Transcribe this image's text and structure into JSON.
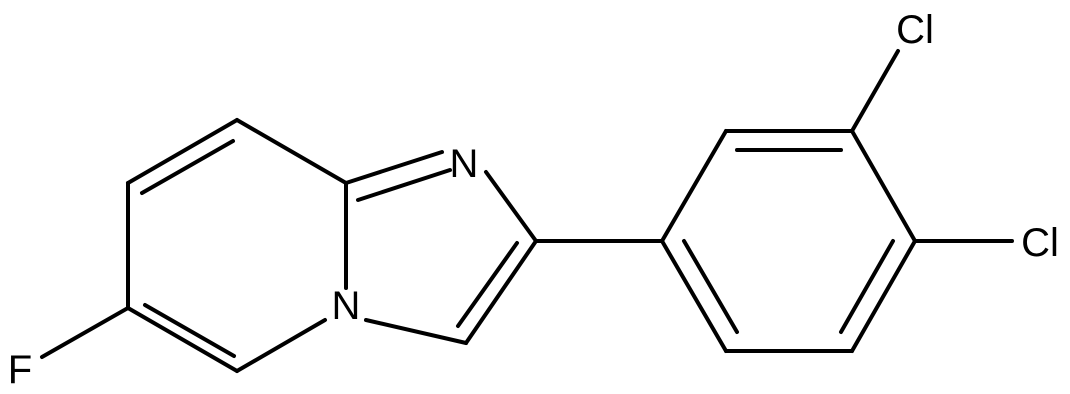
{
  "diagram": {
    "kind": "chemical-structure",
    "atom_labels": {
      "n_imidazole": "N",
      "n_bridge": "N",
      "fluorine": "F",
      "chlorine_3": "Cl",
      "chlorine_4": "Cl"
    }
  },
  "colors": {
    "stroke": "#000000",
    "background": "#ffffff"
  }
}
